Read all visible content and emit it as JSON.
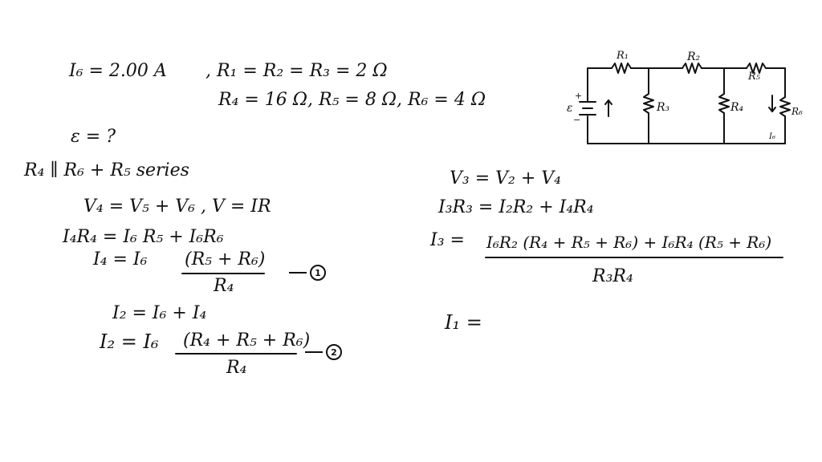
{
  "given": {
    "current": "I₆ = 2.00 A",
    "resistors_1": ", R₁ = R₂ = R₃ = 2 Ω",
    "resistors_2": "R₄ = 16 Ω,  R₅ =   8 Ω,  R₆ = 4 Ω",
    "emf_question": "ε = ?"
  },
  "left": {
    "relation": "R₄ ∥  R₆ + R₅  series",
    "eq1": "V₄ = V₅ + V₆",
    "eq1b": ",  V = IR",
    "eq2": "I₄R₄ = I₆ R₅ + I₆R₆",
    "eq3_lhs": "I₄ =  I₆",
    "eq3_num": "(R₅ + R₆)",
    "eq3_den": "R₄",
    "eq3_marker": "1",
    "eq4": "I₂   = I₆ + I₄",
    "eq5_lhs": "I₂ = I₆",
    "eq5_num": "(R₄ + R₅ + R₆)",
    "eq5_den": "R₄",
    "eq5_marker": "2"
  },
  "right": {
    "eq6": "V₃ =  V₂ + V₄",
    "eq7": "I₃R₃ =   I₂R₂ + I₄R₄",
    "eq8_lhs": "I₃  =",
    "eq8_num": "I₆R₂ (R₄ + R₅ + R₆) + I₆R₄ (R₅ + R₆)",
    "eq8_den": "R₃R₄",
    "eq9": "I₁ ="
  },
  "circuit": {
    "r1": "R₁",
    "r2": "R₂",
    "r3": "R₃",
    "r4": "R₄",
    "r5": "R₅",
    "r6": "R₆",
    "emf": "ε",
    "plus": "+",
    "minus": "−",
    "i6": "I₆"
  }
}
